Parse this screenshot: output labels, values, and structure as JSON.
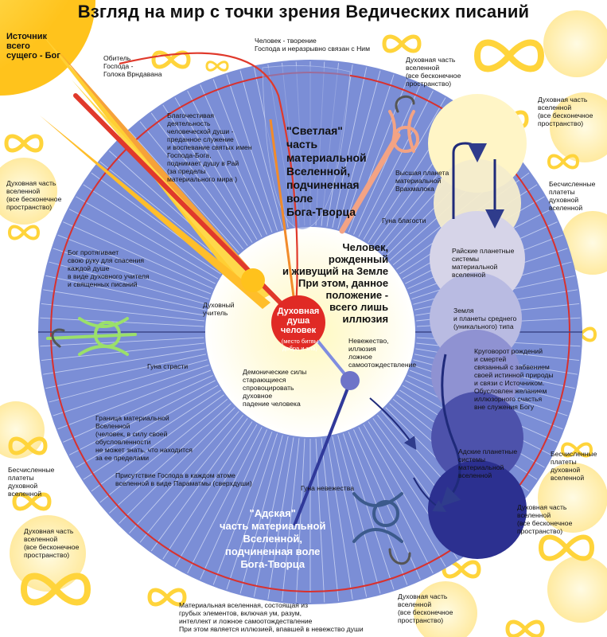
{
  "title": "Взгляд на мир с точки зрения Ведических писаний",
  "labels": {
    "source": "Источник\nвсего\nсущего - Бог",
    "abode": "Обитель\nГоспода -\nГолока Врндавана",
    "creation": "Человек - творение\nГоспода и неразрывно связан с Ним",
    "spirit": "Духовная часть\nвселенной\n(все бесконечное\nпространство)",
    "countless": "Бесчисленные\nплатеты\nдуховной\nвселенной",
    "devotion": "Благочестивая\nдеятельность\nчеловеческой души -\nпреданное служение\nи воспевание святых имен\nГоспода-Бога,\nподнимает душу в Рай\n(за пределы\nматериального мира )",
    "bright_part": "\"Светлая\"\nчасть\nматериальной\nВселенной,\nподчиненная\nволе\nБога-Творца",
    "brahmaloka": "Высшая планета\nматериальной\nВрахмалока",
    "guna_goodness": "Гуна благости",
    "hand": "Бог протягивает\nсвою руку для спасения\nкаждой душе\nв виде духовного учителя\nи священных писаний",
    "human": "Человек,\nрожденный\nи живущий на Земле\nПри этом, данное\nположение -\nвсего лишь\nиллюзия",
    "heaven": "Райские планетные\nсистемы\nматериальной\nвселенной",
    "teacher": "Духовный\nучитель",
    "soul": "Духовная\nдуша\nчеловек",
    "soul_sub": "(место битвы\nдобра и зла)",
    "earth": "Земля\nи планеты среднего\n(уникального) типа",
    "ignorance": "Невежество,\nиллюзия\nложное\nсамоотождествление",
    "cycle": "Круговорот рождений\nи смертей\nсвязанный с забвением\nсвоей истинной природы\nи связи с Источником.\nОбусловлен желанием\nиллюзорного счастья\nвне служения Богу",
    "guna_passion": "Гуна страсти",
    "demonic": "Демонические силы\nстарающиеся\nспровоцировать\nдуховное\nпадение человека",
    "boundary": "Граница материальной\nВселенной\n(человек, в силу своей\nобусловленности\nне может знать, что находится\nза ее пределами",
    "hell": "Адские планетные\nсистемы\nматериальной\nвселенной",
    "paramatma": "Присутствие Господа в каждом атоме\nвселенной в виде Параматмы (сверхдуши)",
    "guna_ignorance": "Гуна невежества",
    "hell_part": "\"Адская\"\nчасть материальной\nВселенной,\nподчиненная воле\nБога-Творца",
    "material": "Материальная вселенная, состоящая из\nгрубых элементов, включая ум, разум,\nинтеллект и ложное самоотождествление\nПри этом является иллюзией, впавшей в невежство души"
  }
}
